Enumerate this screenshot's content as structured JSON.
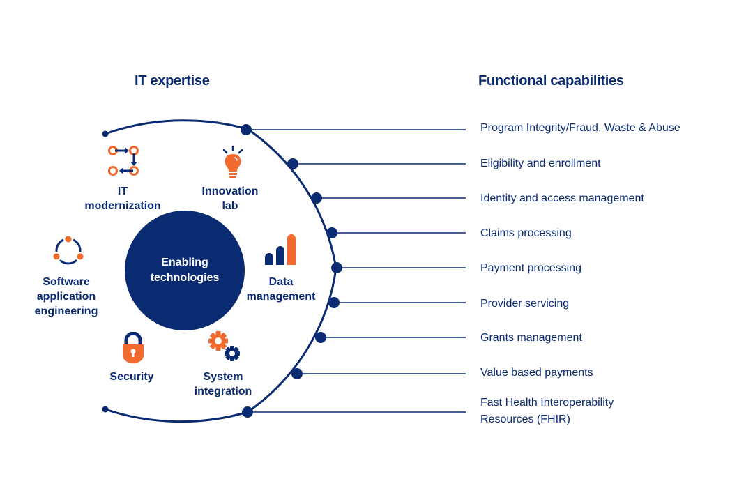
{
  "headings": {
    "left": "IT expertise",
    "right": "Functional capabilities"
  },
  "center": {
    "label": "Enabling\ntechnologies"
  },
  "colors": {
    "navy": "#0a2a72",
    "orange": "#f26a2e",
    "background": "#ffffff"
  },
  "expertise": [
    {
      "label": "IT\nmodernization",
      "icon": "process-flow-icon"
    },
    {
      "label": "Innovation\nlab",
      "icon": "lightbulb-icon"
    },
    {
      "label": "Software\napplication\nengineering",
      "icon": "network-cycle-icon"
    },
    {
      "label": "Data\nmanagement",
      "icon": "bar-chart-icon"
    },
    {
      "label": "Security",
      "icon": "padlock-icon"
    },
    {
      "label": "System\nintegration",
      "icon": "gears-icon"
    }
  ],
  "capabilities": [
    {
      "label": "Program Integrity/Fraud, Waste & Abuse"
    },
    {
      "label": "Eligibility and enrollment"
    },
    {
      "label": "Identity and access management"
    },
    {
      "label": "Claims processing"
    },
    {
      "label": "Payment processing"
    },
    {
      "label": "Provider servicing"
    },
    {
      "label": "Grants management"
    },
    {
      "label": "Value based payments"
    },
    {
      "label": "Fast Health Interoperability\nResources (FHIR)"
    }
  ]
}
